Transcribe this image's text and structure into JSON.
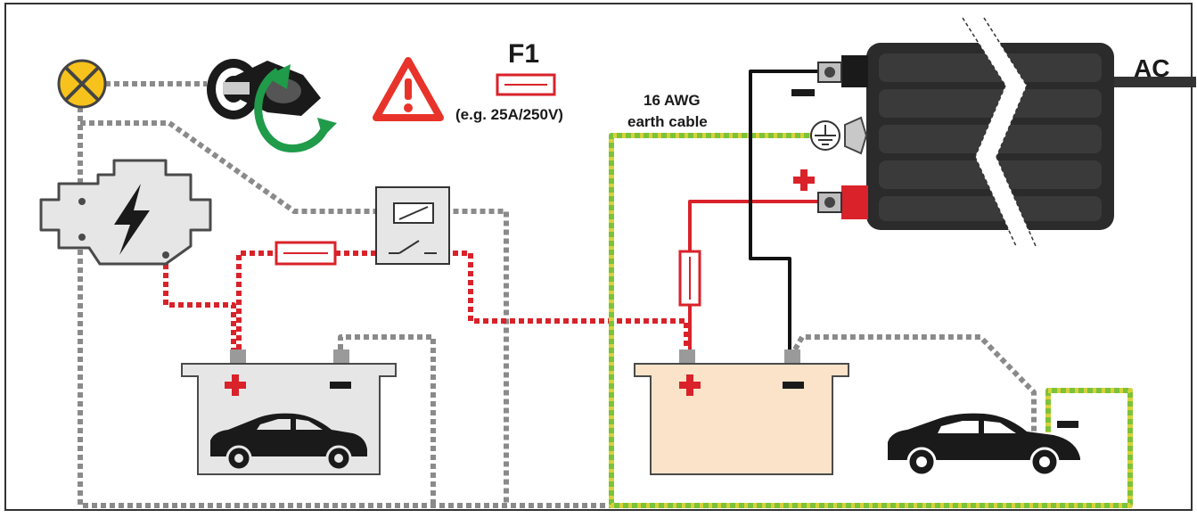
{
  "labels": {
    "fuse_name": "F1",
    "fuse_rating": "(e.g. 25A/250V)",
    "cable_line1": "16 AWG",
    "cable_line2": "earth cable",
    "ac_label": "AC"
  },
  "colors": {
    "positive": "#d9222a",
    "negative": "#111111",
    "ground_wire": "#8a8a8a",
    "earth_green": "#7cc23a",
    "earth_yellow": "#d7d23a",
    "warning": "#e8332a",
    "lamp": "#f7c21b",
    "battery_left": "#e8e8e8",
    "battery_right": "#fbe3c9",
    "arrow_green": "#1f9b4a"
  },
  "icons": [
    "indicator-lamp-icon",
    "ignition-key-icon",
    "warning-triangle-icon",
    "engine-icon",
    "relay-icon",
    "fuse-icon",
    "ground-symbol-icon",
    "car-icon"
  ]
}
